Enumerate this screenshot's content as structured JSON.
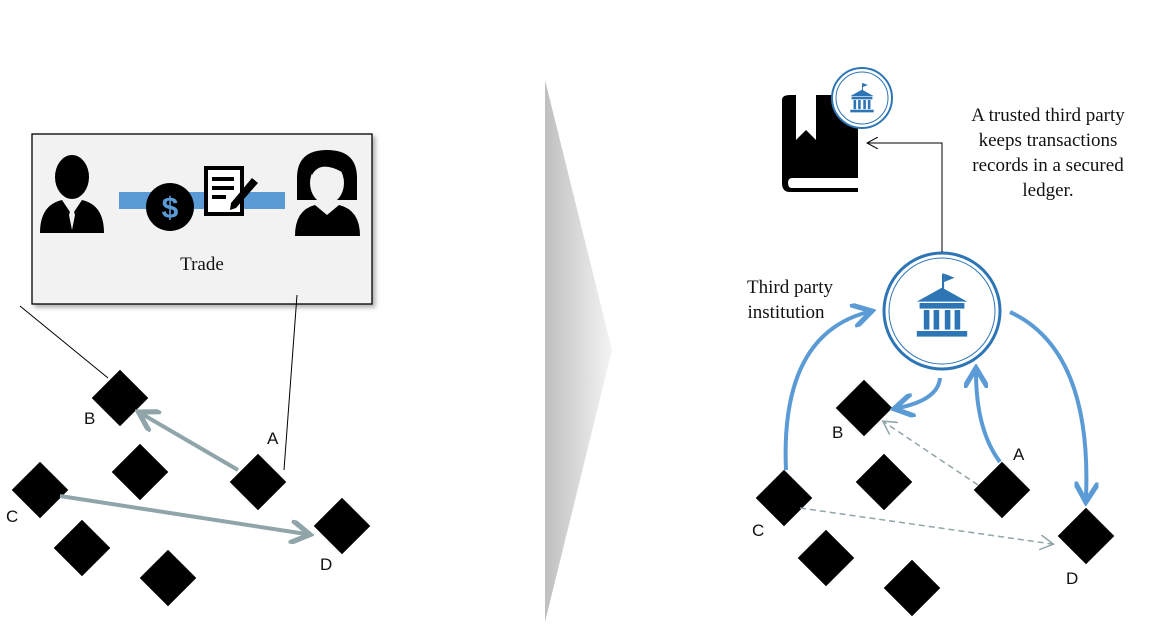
{
  "left": {
    "box_label": "Trade",
    "nodes": {
      "a": "A",
      "b": "B",
      "c": "C",
      "d": "D"
    }
  },
  "right": {
    "annotation": [
      "A trusted third party",
      "keeps transactions",
      "records in a secured",
      "ledger."
    ],
    "institution_label": [
      "Third party",
      "institution"
    ],
    "nodes": {
      "a": "A",
      "b": "B",
      "c": "C",
      "d": "D"
    }
  },
  "colors": {
    "accent": "#5b9bd5",
    "gray_arrow": "#8fa5aa",
    "circle": "#2e75b6"
  }
}
